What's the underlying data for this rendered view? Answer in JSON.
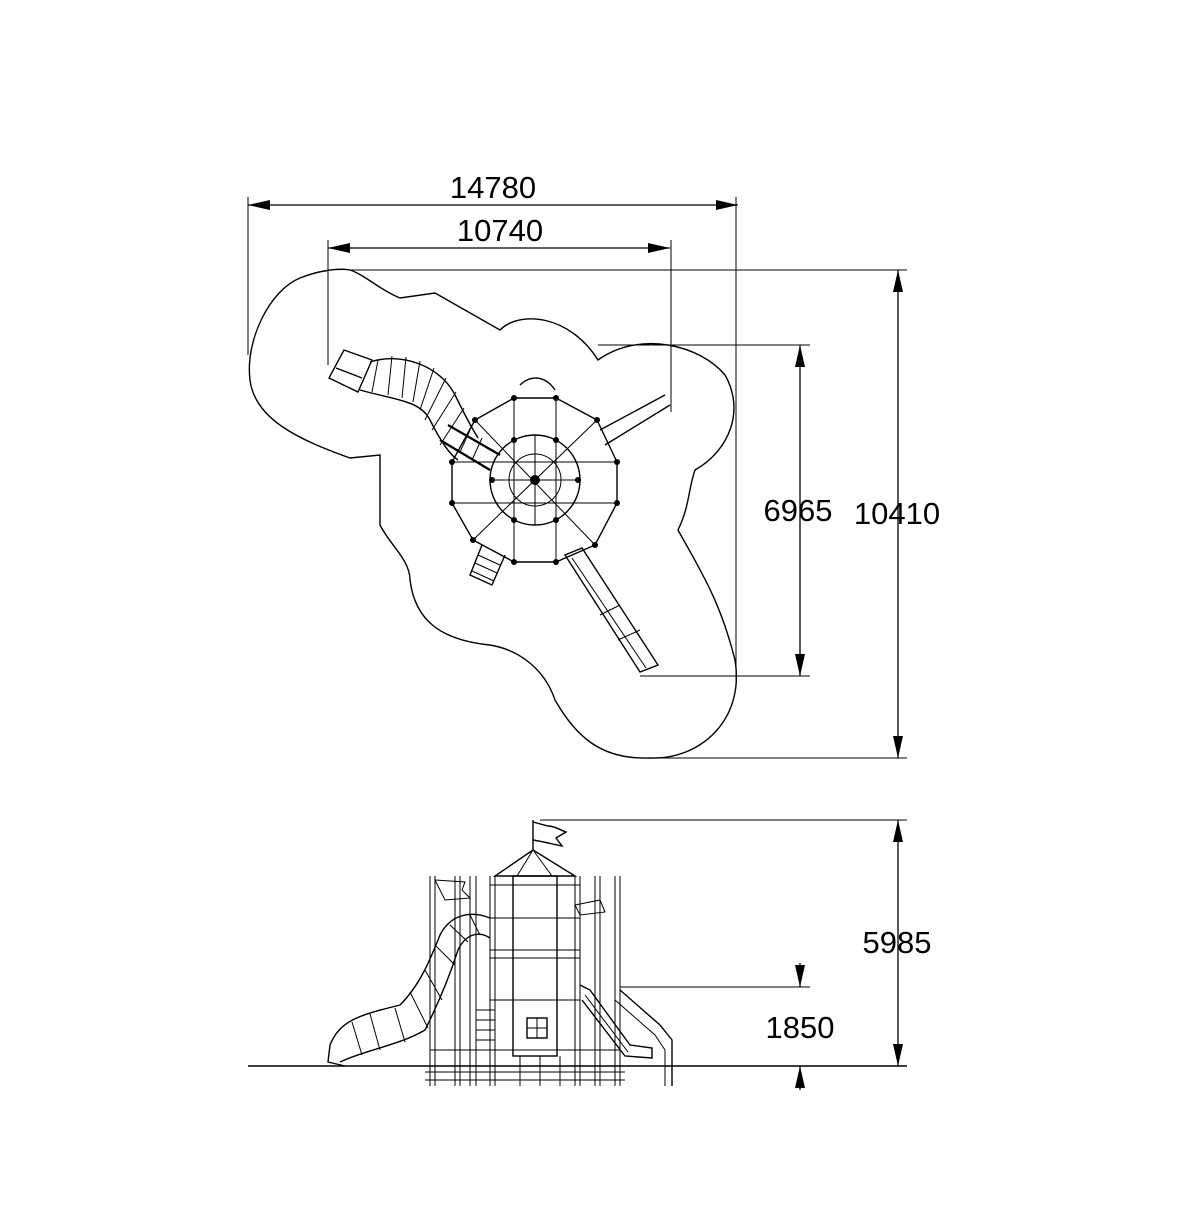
{
  "plan_view": {
    "dimensions": {
      "overall_width": "14780",
      "equipment_width": "10740",
      "equipment_depth": "6965",
      "overall_depth": "10410"
    }
  },
  "elevation_view": {
    "dimensions": {
      "total_height": "5985",
      "platform_height": "1850"
    }
  }
}
